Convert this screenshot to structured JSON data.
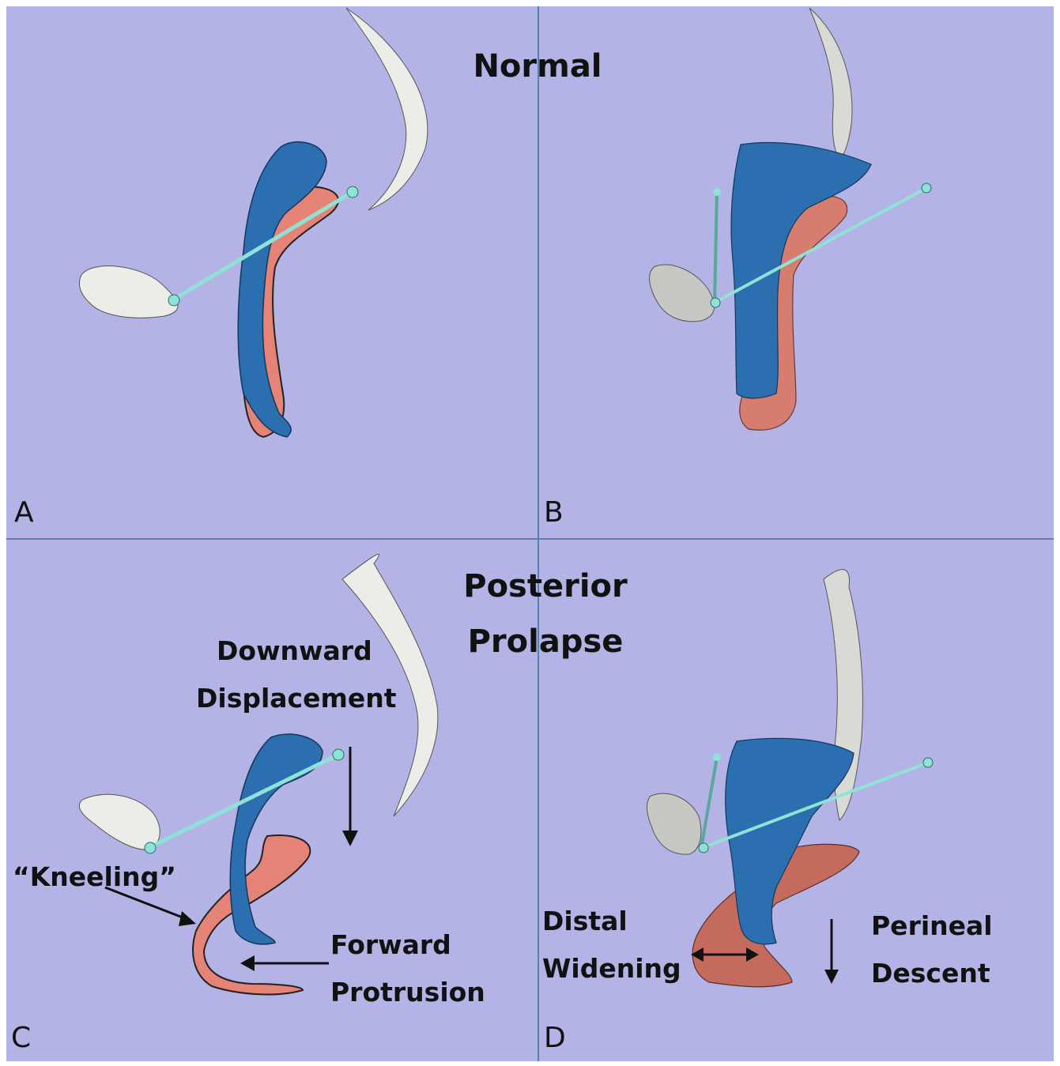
{
  "figure": {
    "top_heading": "Normal",
    "bottom_heading_line1": "Posterior",
    "bottom_heading_line2": "Prolapse",
    "panels": {
      "a": {
        "letter": "A"
      },
      "b": {
        "letter": "B"
      },
      "c": {
        "letter": "C",
        "label_downward_1": "Downward",
        "label_downward_2": "Displacement",
        "label_kneeling": "“Kneeling”",
        "label_forward_1": "Forward",
        "label_forward_2": "Protrusion"
      },
      "d": {
        "letter": "D",
        "label_distal_1": "Distal",
        "label_distal_2": "Widening",
        "label_perineal_1": "Perineal",
        "label_perineal_2": "Descent"
      }
    }
  },
  "colors": {
    "background": "#b3b3e6",
    "bone": "#ecece8",
    "vagina_blue": "#2b6fb0",
    "rectum_pink": "#e58476",
    "reference_line": "#8fe3d6",
    "divider": "#5b7fb0"
  }
}
